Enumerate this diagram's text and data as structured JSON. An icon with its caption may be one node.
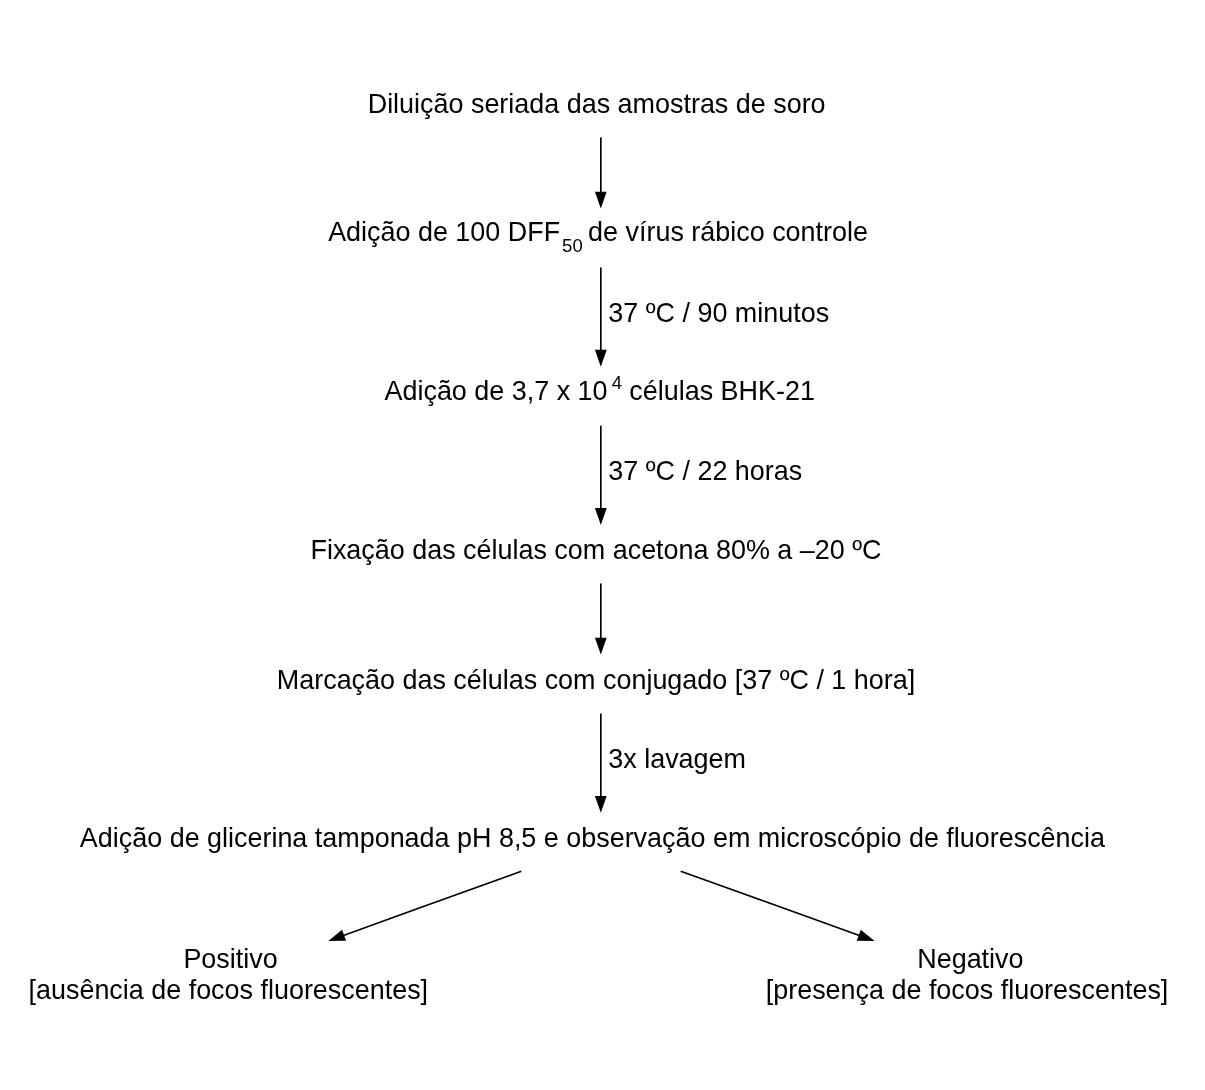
{
  "diagram": {
    "nodes": [
      {
        "text": [
          "Diluição seriada das amostras de soro"
        ]
      },
      {
        "text": [
          "Adição de 100 DFF$_{50}$ de vírus rábico controle"
        ]
      },
      {
        "text": [
          "Adição de 3,7 x 10$^{4}$ células BHK-21"
        ]
      },
      {
        "text": [
          "Fixação das células com acetona 80% a –20 ºC"
        ]
      },
      {
        "text": [
          "Marcação das células com conjugado [37 ºC / 1 hora]"
        ]
      },
      {
        "text": [
          "Adição de glicerina tamponada pH 8,5 e observação em microscópio de fluorescência"
        ]
      },
      {
        "text": [
          "Positivo",
          "[ausência de focos fluorescentes]"
        ]
      },
      {
        "text": [
          "Negativo",
          "[presença de focos fluorescentes]"
        ]
      }
    ],
    "edges": [
      {
        "from": 0,
        "to": 1,
        "arrow": "to"
      },
      {
        "from": 1,
        "to": 2,
        "arrow": "to",
        "label": "37 ºC / 90 minutos"
      },
      {
        "from": 2,
        "to": 3,
        "arrow": "to",
        "label": "37 ºC / 22 horas"
      },
      {
        "from": 3,
        "to": 4,
        "arrow": "to"
      },
      {
        "from": 4,
        "to": 5,
        "arrow": "to",
        "label": "3x lavagem"
      },
      {
        "from": 5,
        "to": 6,
        "arrow": "to"
      },
      {
        "from": 5,
        "to": 7,
        "arrow": "to"
      }
    ]
  }
}
